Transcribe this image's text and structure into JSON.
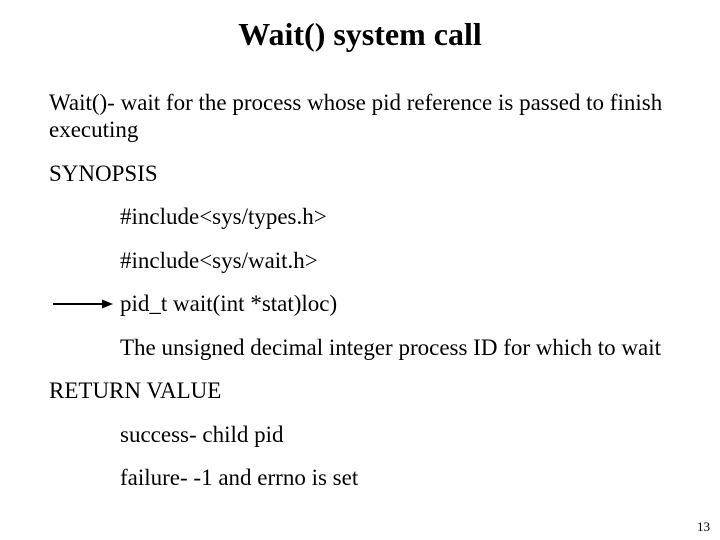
{
  "slide": {
    "title": "Wait() system call",
    "page_number": "13",
    "paragraphs": [
      {
        "role": "intro",
        "text": "Wait()- wait for the process whose pid reference is passed to finish executing"
      },
      {
        "role": "synopsis-heading",
        "text": "SYNOPSIS"
      },
      {
        "role": "include-types",
        "text": "#include<sys/types.h>"
      },
      {
        "role": "include-wait",
        "text": "#include<sys/wait.h>"
      },
      {
        "role": "wait-signature",
        "text": "pid_t wait(int *stat)loc)",
        "annotation": "right-arrow"
      },
      {
        "role": "wait-description",
        "text": "The unsigned decimal integer process ID for which to wait"
      },
      {
        "role": "return-heading",
        "text": "RETURN VALUE"
      },
      {
        "role": "return-success",
        "text": "success- child pid"
      },
      {
        "role": "return-failure",
        "text": "failure- -1 and errno is set"
      }
    ],
    "icons": {
      "arrow": "right-arrow"
    },
    "colors": {
      "background": "#ffffff",
      "text": "#000000",
      "arrow": "#000000"
    }
  }
}
